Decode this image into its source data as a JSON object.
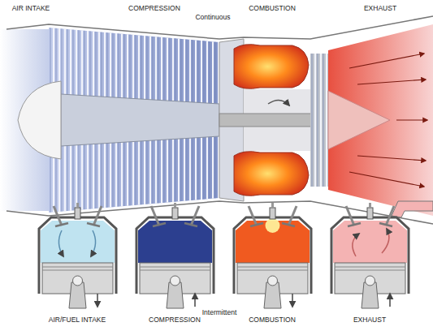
{
  "diagram": {
    "labels": [
      "AIR INTAKE",
      "COMPRESSION",
      "Continuous",
      "COMBUSTION",
      "EXHAUST",
      "AIR/FUEL INTAKE",
      "COMPRESSION",
      "Intermittent",
      "COMBUSTION",
      "EXHAUST"
    ]
  }
}
